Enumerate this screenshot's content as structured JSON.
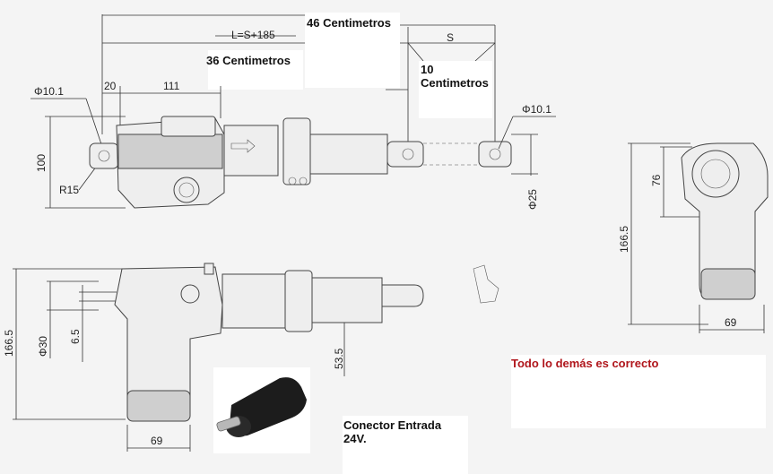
{
  "annotations": {
    "total_length": "46 Centimetros",
    "retracted_length": "36 Centimetros",
    "stroke_line1": "10",
    "stroke_line2": "Centimetros",
    "connector_line1": "Conector Entrada",
    "connector_line2": "24V.",
    "rest_correct": "Todo lo demás es correcto"
  },
  "dimensions": {
    "formula": "L=S+185",
    "stroke": "S",
    "hole_left": "Φ10.1",
    "hole_right": "Φ10.1",
    "offset_20": "20",
    "length_111": "111",
    "height_100": "100",
    "radius": "R15",
    "rod_diameter": "Φ25",
    "height_76": "76",
    "height_166_right": "166.5",
    "width_69_right": "69",
    "height_166_left": "166.5",
    "diameter_30": "Φ30",
    "offset_6_5": "6.5",
    "height_53_5": "53.5",
    "width_69_bottom": "69"
  },
  "colors": {
    "background": "#f4f4f4",
    "note_red": "#b0161c"
  }
}
